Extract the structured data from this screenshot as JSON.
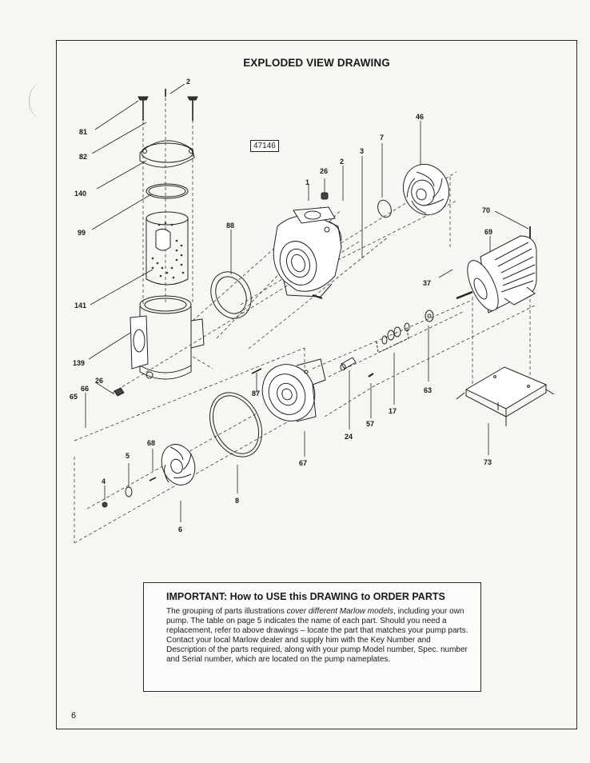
{
  "page": {
    "title": "EXPLODED VIEW DRAWING",
    "drawing_number": "47146",
    "page_number": "6"
  },
  "callouts": [
    {
      "id": "c2a",
      "label": "2"
    },
    {
      "id": "c81",
      "label": "81"
    },
    {
      "id": "c82",
      "label": "82"
    },
    {
      "id": "c140",
      "label": "140"
    },
    {
      "id": "c99",
      "label": "99"
    },
    {
      "id": "c141",
      "label": "141"
    },
    {
      "id": "c139",
      "label": "139"
    },
    {
      "id": "c26a",
      "label": "26"
    },
    {
      "id": "c66",
      "label": "66"
    },
    {
      "id": "c65",
      "label": "65"
    },
    {
      "id": "c88",
      "label": "88"
    },
    {
      "id": "c1",
      "label": "1"
    },
    {
      "id": "c26b",
      "label": "26"
    },
    {
      "id": "c2b",
      "label": "2"
    },
    {
      "id": "c3",
      "label": "3"
    },
    {
      "id": "c7",
      "label": "7"
    },
    {
      "id": "c46",
      "label": "46"
    },
    {
      "id": "c70",
      "label": "70"
    },
    {
      "id": "c69",
      "label": "69"
    },
    {
      "id": "c37",
      "label": "37"
    },
    {
      "id": "c63",
      "label": "63"
    },
    {
      "id": "c87",
      "label": "87"
    },
    {
      "id": "c17",
      "label": "17"
    },
    {
      "id": "c57",
      "label": "57"
    },
    {
      "id": "c24",
      "label": "24"
    },
    {
      "id": "c67",
      "label": "67"
    },
    {
      "id": "c73",
      "label": "73"
    },
    {
      "id": "c68",
      "label": "68"
    },
    {
      "id": "c5",
      "label": "5"
    },
    {
      "id": "c4",
      "label": "4"
    },
    {
      "id": "c8",
      "label": "8"
    },
    {
      "id": "c6",
      "label": "6"
    }
  ],
  "notice": {
    "title": "IMPORTANT: How to USE this DRAWING to ORDER PARTS",
    "text_1": "The grouping of parts illustrations ",
    "text_em": "cover different Marlow models",
    "text_2": ", including your own pump. The table on page 5 indicates the name of each part. Should you need a replacement, refer to above drawings – locate the part that matches your pump parts. Contact your local Marlow dealer and supply him with the Key Number and Description of the parts required, along with your pump Model number, Spec. number and Serial number, which are located on the pump nameplates."
  }
}
